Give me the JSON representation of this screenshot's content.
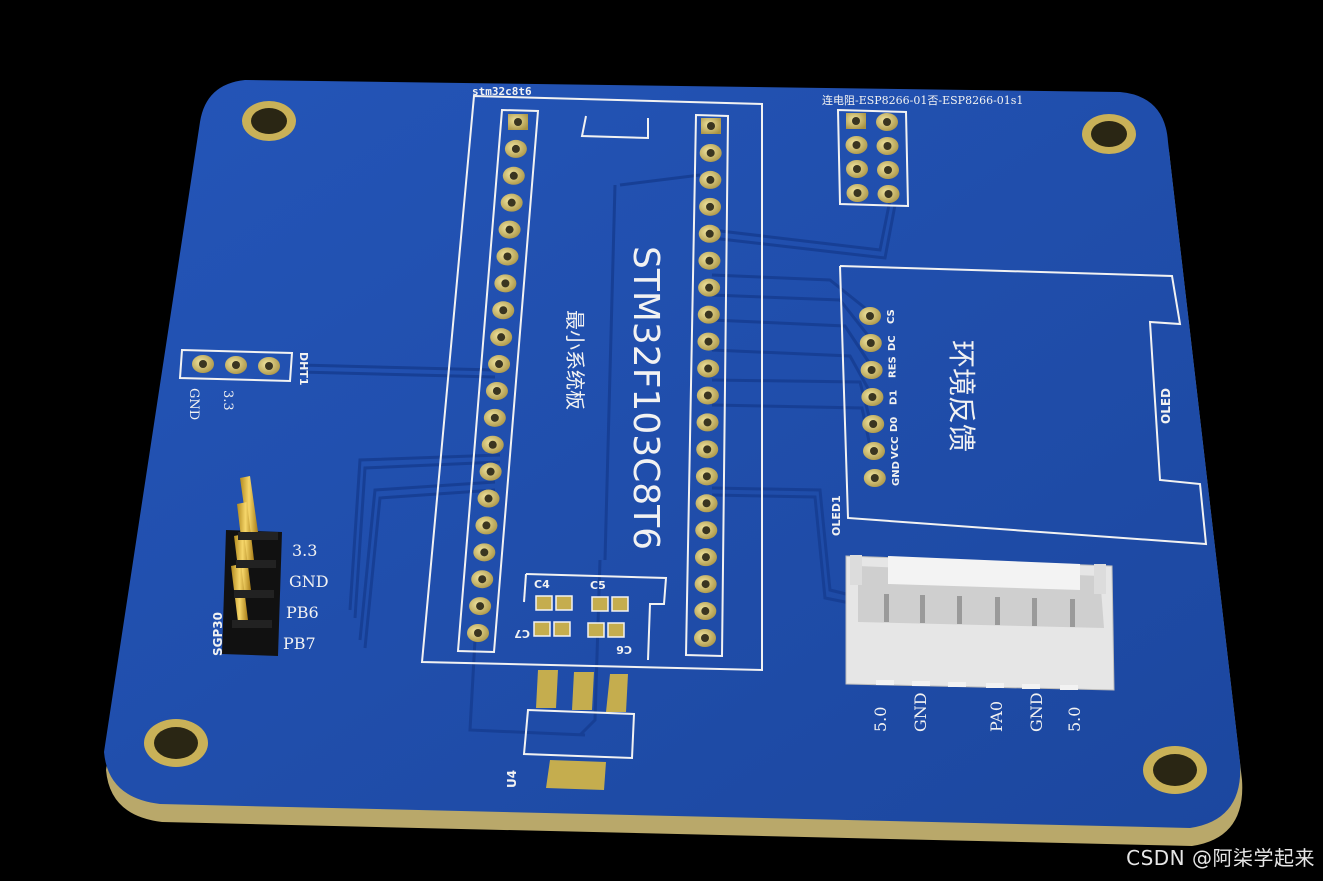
{
  "board": {
    "labels": {
      "mcu_header": "stm32c8t6",
      "mcu_name": "STM32F103C8T6",
      "mcu_sub": "最小系统板",
      "esp_header": "连电阻-ESP8266-01否-ESP8266-01s1",
      "oled_title": "环境反馈",
      "oled_tag": "OLED",
      "oled_ref": "OLED1",
      "dht_ref": "DHT1",
      "dht_gnd": "GND",
      "dht_33": "3.3",
      "sgp_ref": "SGP30",
      "u4_ref": "U4",
      "cap_c4": "C4",
      "cap_c5": "C5",
      "cap_c6": "C6",
      "cap_c7": "C7"
    },
    "sgp_pins": [
      "3.3",
      "GND",
      "PB6",
      "PB7"
    ],
    "oled_pins": [
      "CS",
      "DC",
      "RES",
      "D1",
      "D0",
      "VCC",
      "GND"
    ],
    "connector_pins": [
      "5.0",
      "GND",
      "PA0",
      "GND",
      "5.0"
    ]
  },
  "watermark": "CSDN @阿柒学起来",
  "colors": {
    "board": "#1f4fae",
    "copper": "#c8b25a",
    "silk": "#f2f2f2",
    "trace": "#163f94",
    "edge": "#c2b276"
  }
}
